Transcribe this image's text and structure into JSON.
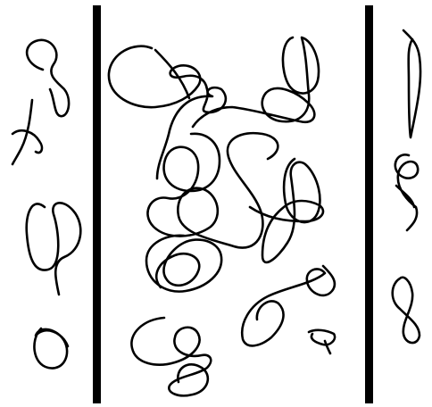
{
  "drawing": {
    "ink_color": "#000000",
    "background_color": "#ffffff",
    "divider_count": 2,
    "compartments": [
      {
        "region": "left",
        "squiggle_count": 4
      },
      {
        "region": "center",
        "squiggle_count": 8
      },
      {
        "region": "right",
        "squiggle_count": 3
      }
    ]
  }
}
